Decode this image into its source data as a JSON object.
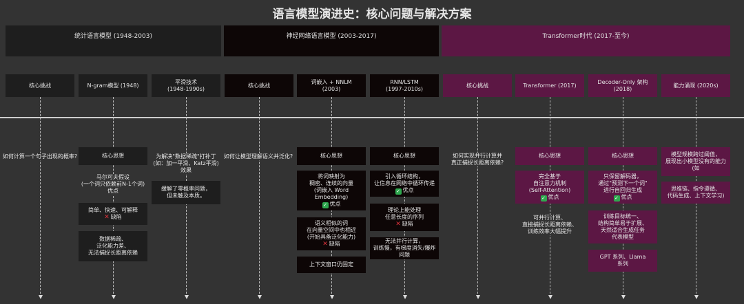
{
  "title": "语言模型演进史：核心问题与解决方案",
  "eras": [
    {
      "label": "统计语言模型 (1948-2003)"
    },
    {
      "label": "神经网络语言模型 (2003-2017)"
    },
    {
      "label": "Transformer时代 (2017-至今)"
    }
  ],
  "columns": [
    {
      "header": "核心挑战"
    },
    {
      "header": "N-gram模型 (1948)"
    },
    {
      "header": "平滑技术\n(1948-1990s)"
    },
    {
      "header": "核心挑战"
    },
    {
      "header": "词嵌入 + NNLM\n(2003)"
    },
    {
      "header": "RNN/LSTM\n(1997-2010s)"
    },
    {
      "header": "核心挑战"
    },
    {
      "header": "Transformer (2017)"
    },
    {
      "header": "Decoder-Only 架构\n(2018)"
    },
    {
      "header": "能力涌现 (2020s)"
    }
  ],
  "challenges": {
    "c1": "如何计算一个句子出现的概率?",
    "c2": "如何让模型理解语义并泛化?",
    "c3": "如何实现并行计算并\n真正捕捉长距离依赖?"
  },
  "ngram": {
    "head": "核心思想",
    "idea": "马尔可夫假设\n(一个词只依赖前N-1个词)\n优点",
    "pros": "简单、快速、可解释",
    "cons_label": "缺陷",
    "cons": "数据稀疏、\n泛化能力差、\n无法捕捉长距离依赖"
  },
  "smoothing": {
    "fix": "为解决\"数据稀疏\"打补丁\n(如：加一平滑、Katz平滑)\n效果",
    "effect": "缓解了零概率问题，\n但未触及本质。"
  },
  "nnlm": {
    "head": "核心思想",
    "idea": "将词映射为\n稠密、连续的向量\n(词嵌入 Word\nEmbedding)",
    "pros_label": "优点",
    "pros": "语义相似的词\n在向量空间中也相近\n(开始具备泛化能力)",
    "cons_label": "缺陷",
    "cons": "上下文窗口仍固定"
  },
  "rnn": {
    "head": "核心思想",
    "idea": "引入循环结构，\n让信息在网络中循环传递",
    "pros_label": "优点",
    "pros": "理论上能处理\n任意长度的序列",
    "cons_label": "缺陷",
    "cons": "无法并行计算，\n训练慢，有梯度消失/爆炸问题"
  },
  "transformer": {
    "head": "核心思想",
    "idea": "完全基于\n自注意力机制\n(Self-Attention)",
    "pros_label": "优点",
    "pros": "可并行计算、\n直接捕捉长距离依赖、\n训练效率大幅提升"
  },
  "decoder": {
    "head": "核心思想",
    "idea": "只保留解码器，\n通过\"预测下一个词\"\n进行自回归生成",
    "pros_label": "优点",
    "pros": "训练目标统一、\n结构简单易于扩展、\n天然适合生成任务\n代表模型",
    "models": "GPT 系列、Llama\n系列"
  },
  "emergence": {
    "desc": "模型规模跨过阈值，\n展现出小模型没有的能力\n(如",
    "abilities": "思维链、指令遵循、\n代码生成、上下文学习)"
  }
}
